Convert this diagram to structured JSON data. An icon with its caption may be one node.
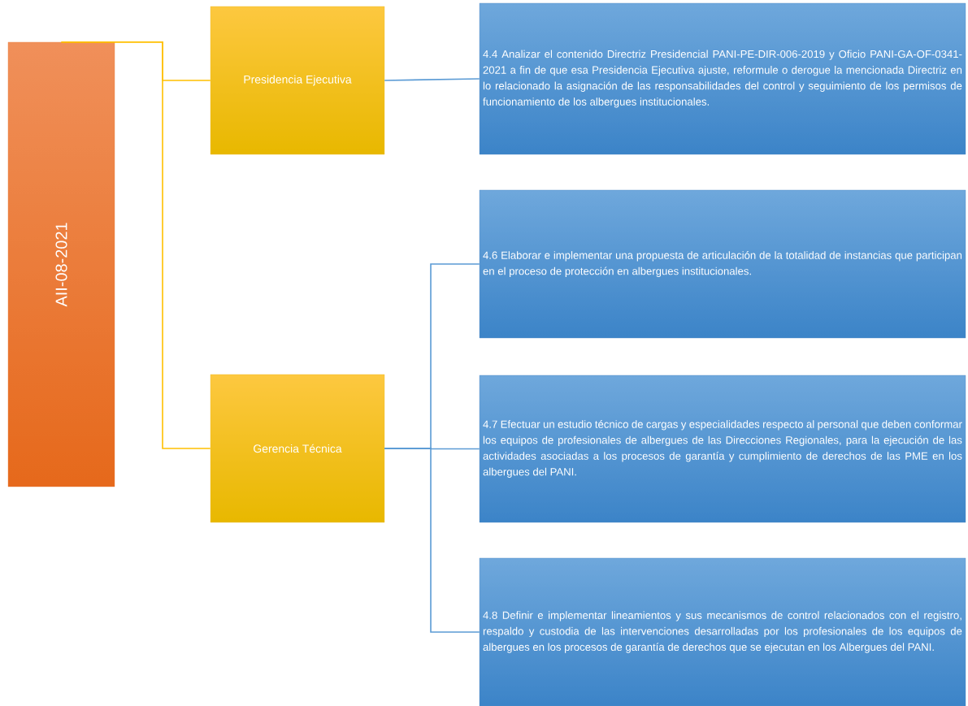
{
  "diagram": {
    "nodes": [
      {
        "text": [
          "AII-08-2021"
        ]
      },
      {
        "text": [
          "Presidencia Ejecutiva"
        ]
      },
      {
        "text": [
          "Gerencia Técnica"
        ]
      },
      {
        "text": [
          "4.4 Analizar el contenido Directriz Presidencial PANI-PE-DIR-006-2019 y Oficio PANI-GA-OF-0341-2021 a fin de que esa Presidencia Ejecutiva ajuste, reformule o derogue la mencionada Directriz en lo relacionado la asignación de las responsabilidades del control y seguimiento de los permisos de funcionamiento de los albergues institucionales."
        ]
      },
      {
        "text": [
          "4.6 Elaborar e implementar una propuesta de articulación de la totalidad de instancias que participan en el proceso de protección en albergues institucionales."
        ]
      },
      {
        "text": [
          "4.7 Efectuar un estudio técnico de cargas y especialidades respecto al personal que deben conformar los equipos de profesionales de albergues de las Direcciones Regionales, para la ejecución de las actividades asociadas a los procesos de garantía y cumplimiento de derechos de las PME en los albergues del PANI."
        ]
      },
      {
        "text": [
          "4.8 Definir e implementar lineamientos y sus mecanismos de control relacionados con el registro, respaldo y custodia de las intervenciones desarrolladas por los profesionales de los equipos de albergues en los procesos de garantía de derechos que se ejecutan en los Albergues del PANI."
        ]
      }
    ],
    "edges": [
      {
        "from": 0,
        "to": 1,
        "arrow": "none",
        "color": "#ffc000"
      },
      {
        "from": 0,
        "to": 2,
        "arrow": "none",
        "color": "#ffc000"
      },
      {
        "from": 1,
        "to": 3,
        "arrow": "none"
      },
      {
        "from": 2,
        "to": 4,
        "arrow": "none"
      },
      {
        "from": 2,
        "to": 5,
        "arrow": "none"
      },
      {
        "from": 2,
        "to": 6,
        "arrow": "none"
      }
    ]
  }
}
